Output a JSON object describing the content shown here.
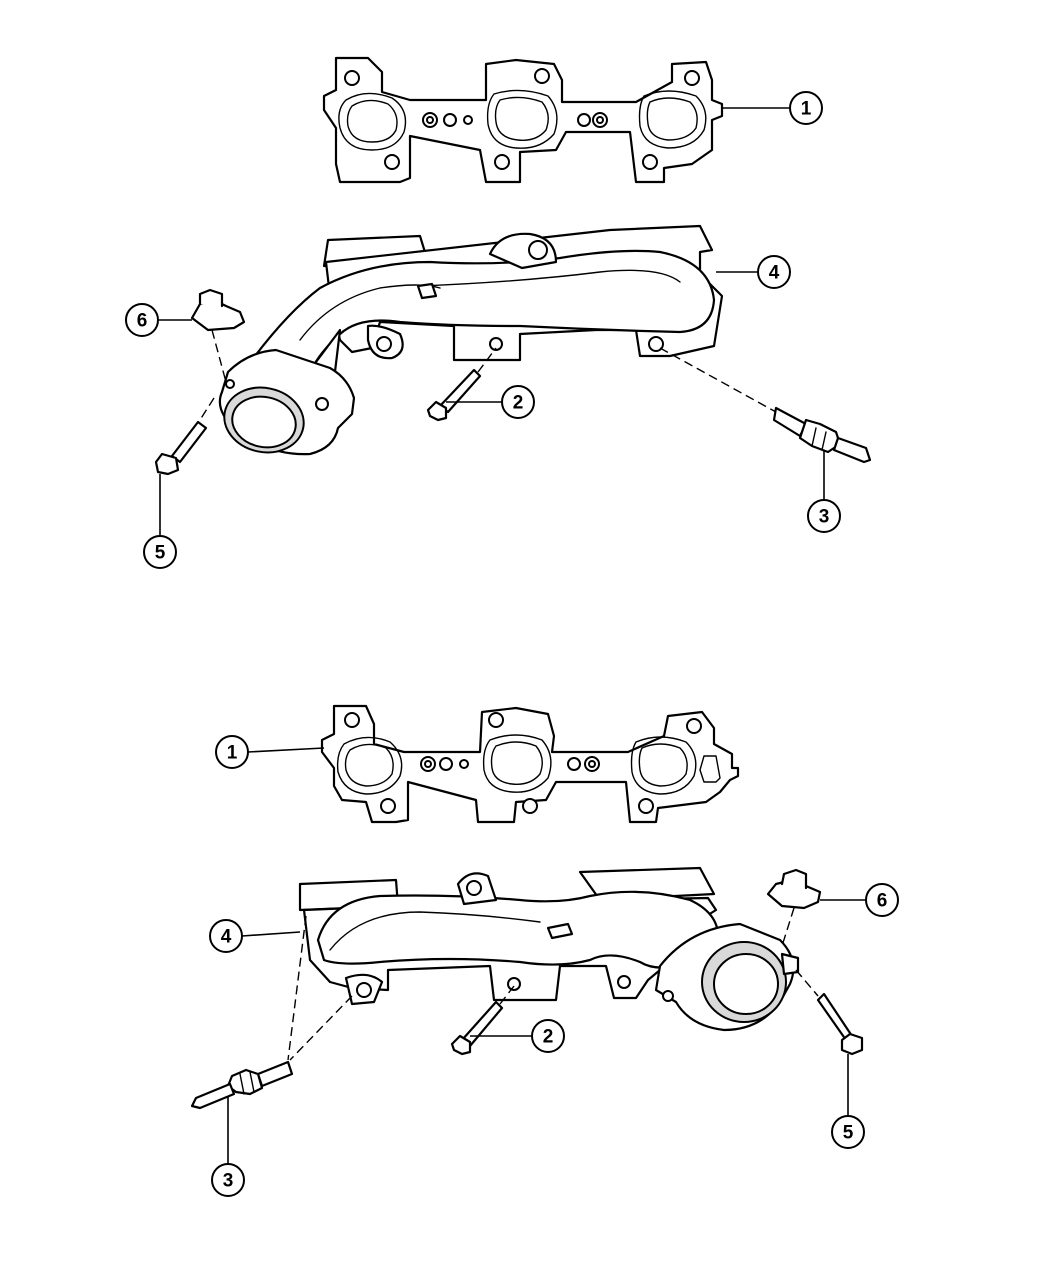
{
  "callouts": {
    "top": {
      "gasket": "1",
      "bolt_center": "2",
      "oxygen_sensor": "3",
      "manifold": "4",
      "flange_bolt": "5",
      "flange_nut": "6"
    },
    "bottom": {
      "gasket": "1",
      "bolt_center": "2",
      "oxygen_sensor": "3",
      "manifold": "4",
      "flange_bolt": "5",
      "flange_nut": "6"
    }
  }
}
